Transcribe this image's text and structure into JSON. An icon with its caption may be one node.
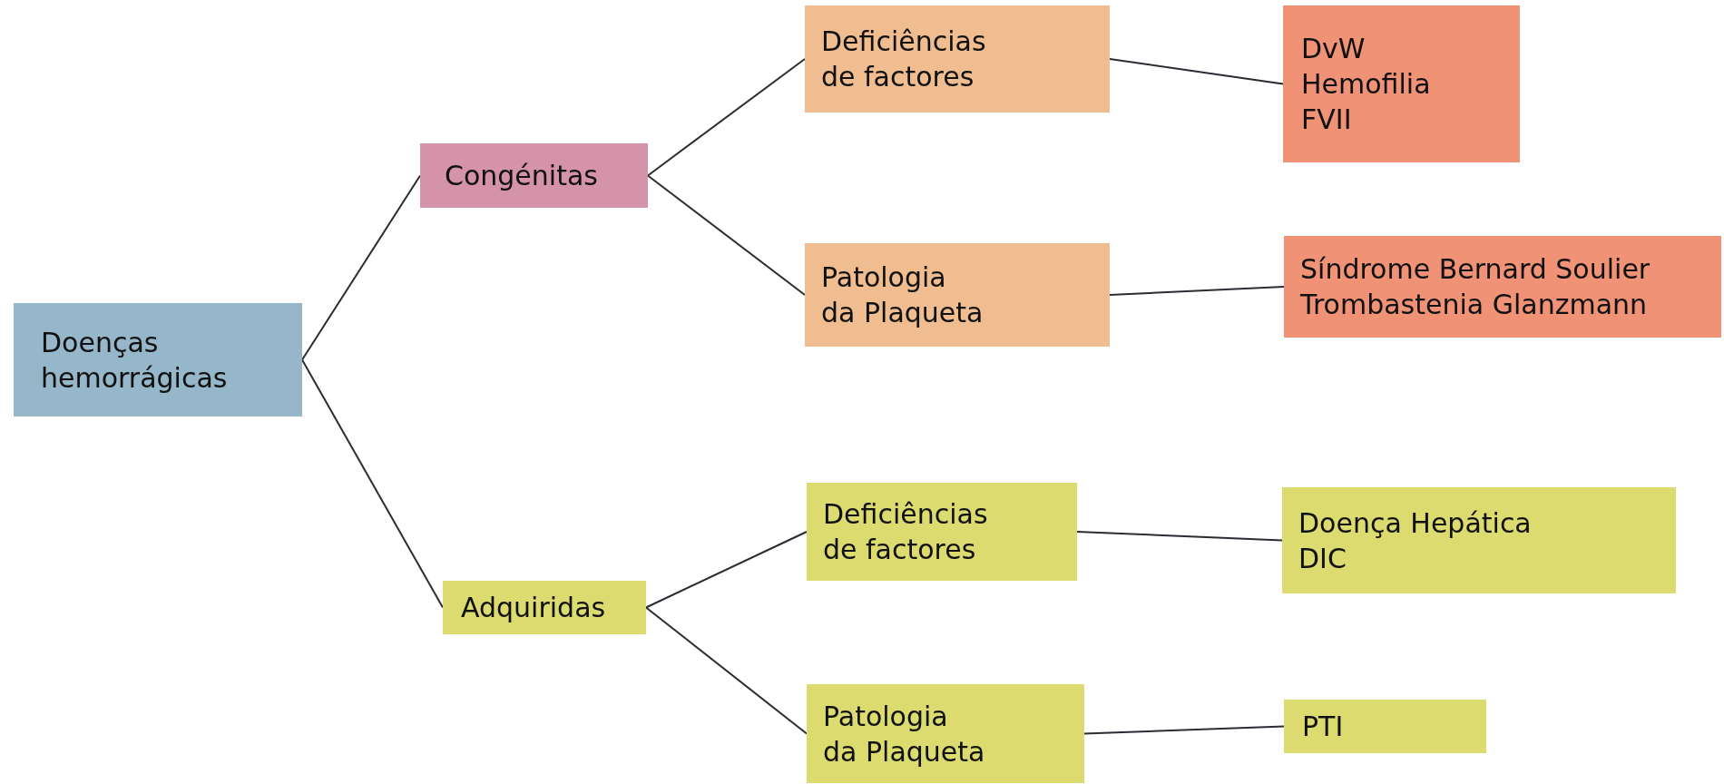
{
  "diagram": {
    "nodes": [
      {
        "text": [
          "Doenças hemorrágicas"
        ]
      },
      {
        "text": [
          "Congénitas"
        ]
      },
      {
        "text": [
          "Adquiridas"
        ]
      },
      {
        "text": [
          "Deficiências de factores"
        ]
      },
      {
        "text": [
          "Patologia da Plaqueta"
        ]
      },
      {
        "text": [
          "DvW",
          "Hemofilia",
          "FVII"
        ]
      },
      {
        "text": [
          "Síndrome Bernard Soulier",
          "Trombastenia Glanzmann"
        ]
      },
      {
        "text": [
          "Deficiências de factores"
        ]
      },
      {
        "text": [
          "Patologia da Plaqueta"
        ]
      },
      {
        "text": [
          "Doença Hepática",
          "DIC"
        ]
      },
      {
        "text": [
          "PTI"
        ]
      }
    ],
    "edges": [
      {
        "from": 0,
        "to": 1,
        "arrow": "none"
      },
      {
        "from": 0,
        "to": 2,
        "arrow": "none"
      },
      {
        "from": 1,
        "to": 3,
        "arrow": "none"
      },
      {
        "from": 1,
        "to": 4,
        "arrow": "none"
      },
      {
        "from": 2,
        "to": 7,
        "arrow": "none"
      },
      {
        "from": 2,
        "to": 8,
        "arrow": "none"
      },
      {
        "from": 3,
        "to": 5,
        "arrow": "none"
      },
      {
        "from": 4,
        "to": 6,
        "arrow": "none"
      },
      {
        "from": 7,
        "to": 9,
        "arrow": "none"
      },
      {
        "from": 8,
        "to": 10,
        "arrow": "none"
      }
    ]
  }
}
